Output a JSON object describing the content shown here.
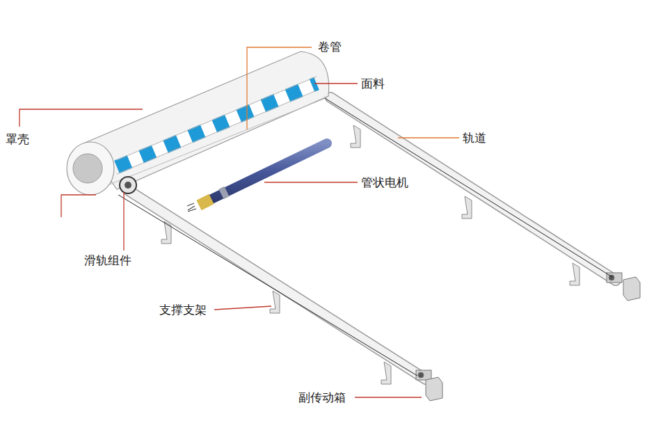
{
  "diagram": {
    "labels": [
      "卷管",
      "面料",
      "罩壳",
      "轨道",
      "管状电机",
      "滑轨组件",
      "支撑支架",
      "副传动箱"
    ]
  }
}
